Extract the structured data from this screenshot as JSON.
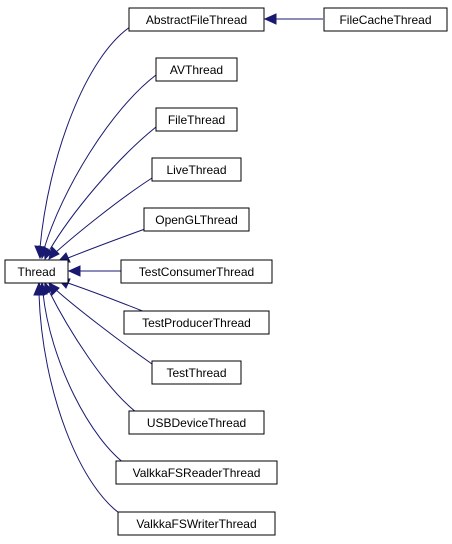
{
  "colors": {
    "edge": "#191970",
    "node_border": "#000000",
    "node_fill": "#ffffff"
  },
  "nodes": {
    "base": "Thread",
    "abstract_file_thread": "AbstractFileThread",
    "file_cache_thread": "FileCacheThread",
    "av_thread": "AVThread",
    "file_thread": "FileThread",
    "live_thread": "LiveThread",
    "opengl_thread": "OpenGLThread",
    "test_consumer_thread": "TestConsumerThread",
    "test_producer_thread": "TestProducerThread",
    "test_thread": "TestThread",
    "usb_device_thread": "USBDeviceThread",
    "valkka_fs_reader_thread": "ValkkaFSReaderThread",
    "valkka_fs_writer_thread": "ValkkaFSWriterThread"
  },
  "edges": [
    {
      "from": "abstract_file_thread",
      "to": "base"
    },
    {
      "from": "file_cache_thread",
      "to": "abstract_file_thread"
    },
    {
      "from": "av_thread",
      "to": "base"
    },
    {
      "from": "file_thread",
      "to": "base"
    },
    {
      "from": "live_thread",
      "to": "base"
    },
    {
      "from": "opengl_thread",
      "to": "base"
    },
    {
      "from": "test_consumer_thread",
      "to": "base"
    },
    {
      "from": "test_producer_thread",
      "to": "base"
    },
    {
      "from": "test_thread",
      "to": "base"
    },
    {
      "from": "usb_device_thread",
      "to": "base"
    },
    {
      "from": "valkka_fs_reader_thread",
      "to": "base"
    },
    {
      "from": "valkka_fs_writer_thread",
      "to": "base"
    }
  ]
}
